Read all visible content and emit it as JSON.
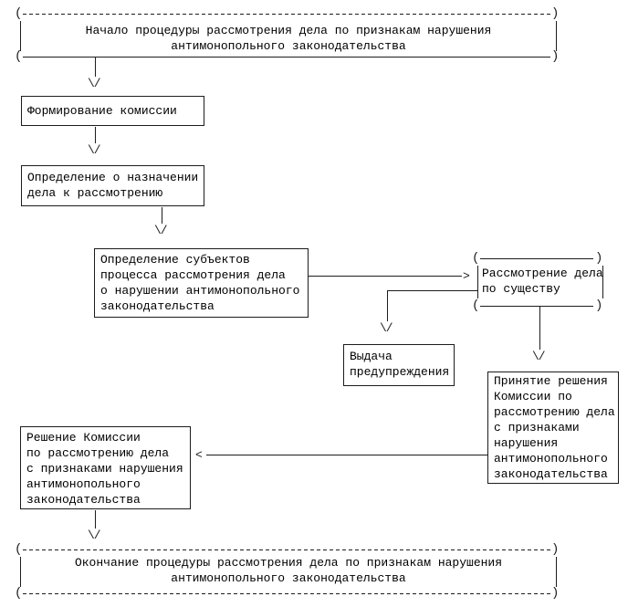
{
  "diagram": {
    "type": "flowchart",
    "language": "ru",
    "colors": {
      "line": "#1c1c1c",
      "text": "#000000",
      "background": "#ffffff"
    },
    "glyphs": {
      "arrow_down": "\\/",
      "arrow_right": ">",
      "arrow_left": "<",
      "paren_open": "(",
      "paren_close": ")"
    },
    "nodes": [
      {
        "id": "start",
        "shape": "terminator",
        "lines": [
          "Начало процедуры рассмотрения дела по признакам нарушения",
          "антимонопольного законодательства"
        ]
      },
      {
        "id": "form-commission",
        "shape": "process",
        "lines": [
          "Формирование комиссии"
        ]
      },
      {
        "id": "ruling-appointment",
        "shape": "process",
        "lines": [
          "Определение о назначении",
          "дела к рассмотрению"
        ]
      },
      {
        "id": "subjects-determination",
        "shape": "process",
        "lines": [
          "Определение субъектов",
          "процесса рассмотрения дела",
          "о нарушении антимонопольного",
          "законодательства"
        ]
      },
      {
        "id": "merits-review",
        "shape": "terminator",
        "lines": [
          "Рассмотрение дела",
          "по существу"
        ]
      },
      {
        "id": "warning-issue",
        "shape": "process",
        "lines": [
          "Выдача",
          "предупреждения"
        ]
      },
      {
        "id": "decision-adoption",
        "shape": "process",
        "lines": [
          "Принятие решения",
          "Комиссии по",
          "рассмотрению дела",
          "с признаками",
          "нарушения",
          "антимонопольного",
          "законодательства"
        ]
      },
      {
        "id": "commission-decision",
        "shape": "process",
        "lines": [
          "Решение Комиссии",
          "по рассмотрению дела",
          "с признаками нарушения",
          "антимонопольного",
          "законодательства"
        ]
      },
      {
        "id": "end",
        "shape": "terminator",
        "lines": [
          "Окончание процедуры рассмотрения дела по признакам нарушения",
          "антимонопольного законодательства"
        ]
      }
    ]
  }
}
